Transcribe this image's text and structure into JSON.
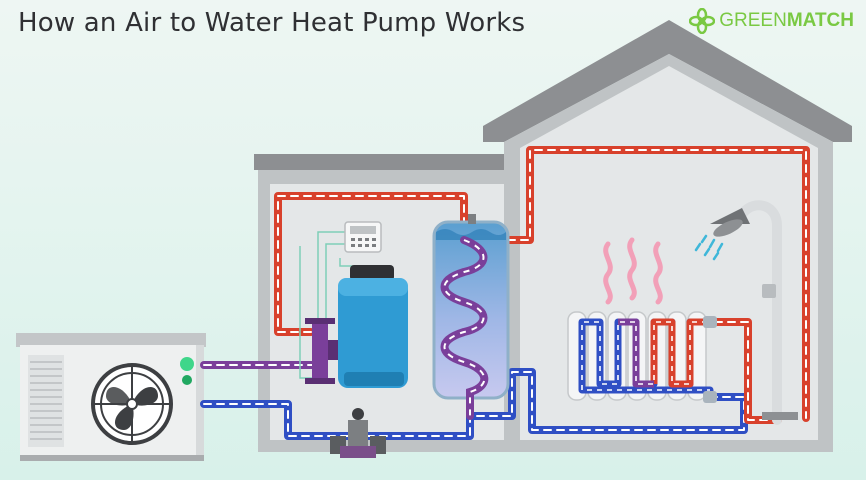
{
  "header": {
    "title": "How an Air to Water Heat Pump Works"
  },
  "brand": {
    "name_light": "GREEN",
    "name_bold": "MATCH",
    "icon": "clover-logo-icon",
    "color": "#7ac943"
  },
  "colors": {
    "hot_pipe": "#d8412c",
    "cold_pipe": "#2f4fc4",
    "mixed_pipe": "#7a3f9a",
    "tank": "#2f9bd3",
    "house_wall": "#d3d6d7",
    "roof": "#8d8f92"
  },
  "icons": [
    "fan-icon",
    "thermostat-icon",
    "shower-icon",
    "heat-wave-icon",
    "radiator-icon",
    "valve-icon",
    "hot-water-cylinder-icon",
    "buffer-tank-icon"
  ]
}
